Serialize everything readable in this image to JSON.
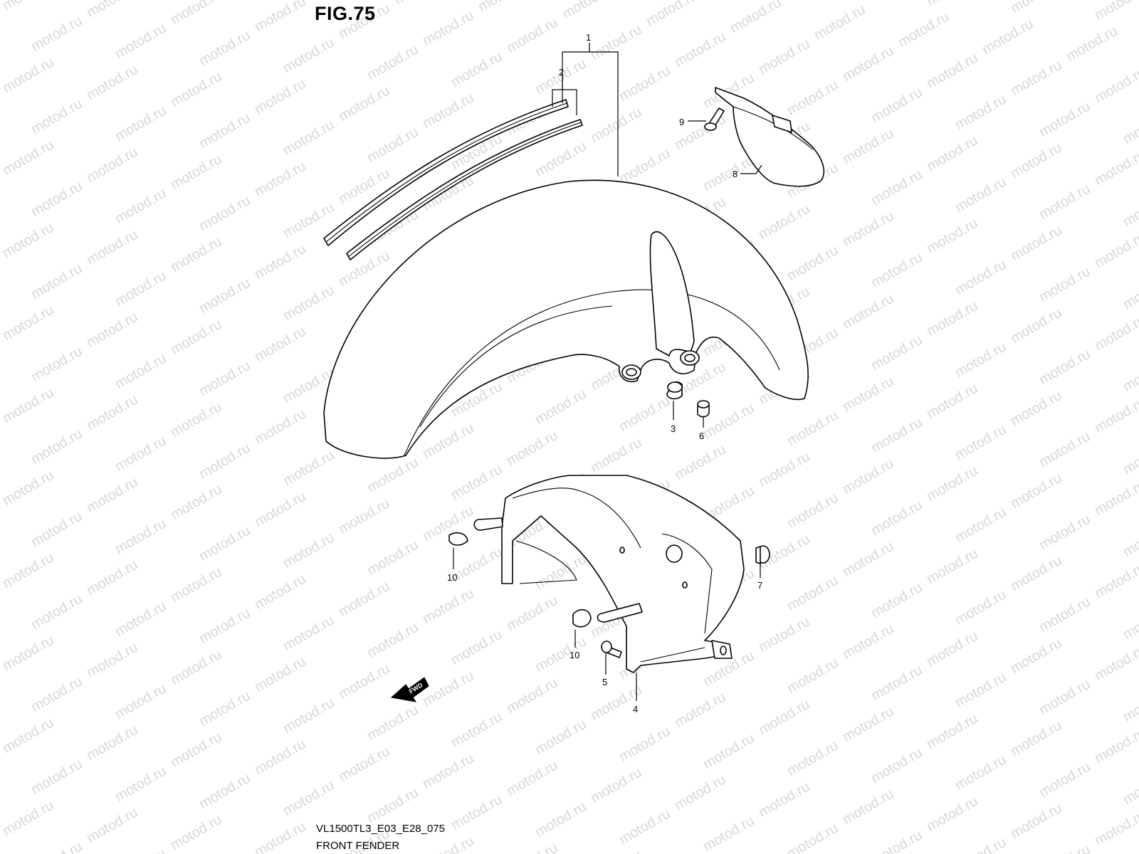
{
  "figure": {
    "title": "FIG.75",
    "code": "VL1500TL3_E03_E28_075",
    "name": "FRONT FENDER",
    "watermark": "motod.ru",
    "direction_badge": "FWD"
  },
  "callouts": [
    "1",
    "2",
    "3",
    "4",
    "5",
    "6",
    "7",
    "8",
    "9",
    "10",
    "10"
  ]
}
